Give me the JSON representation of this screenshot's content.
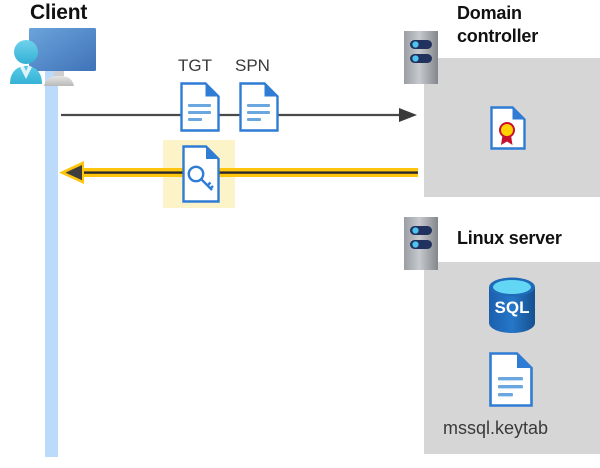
{
  "diagram": {
    "title": "Kerberos authentication flow between client, domain controller and Linux server",
    "type": "sequence-diagram"
  },
  "client": {
    "title": "Client",
    "icons": {
      "workstation": "monitor-user-icon",
      "lifeline": "client-lifeline"
    }
  },
  "flows": {
    "request": {
      "direction": "right",
      "color": "#4a4a4a",
      "icon": "arrow-right-icon",
      "artifacts": [
        {
          "label": "TGT",
          "icon": "document-icon"
        },
        {
          "label": "SPN",
          "icon": "document-icon"
        }
      ]
    },
    "response": {
      "direction": "left",
      "color": "#ffc40c",
      "icon": "arrow-left-icon",
      "highlight_color": "#fdf3c9",
      "artifacts": [
        {
          "label": "",
          "icon": "service-ticket-key-document-icon"
        }
      ]
    }
  },
  "domain_controller": {
    "title": "Domain controller",
    "panel_color": "#d6d6d6",
    "server_icon": "server-rack-icon",
    "contents": [
      {
        "label": "",
        "icon": "certificate-icon"
      }
    ]
  },
  "linux_server": {
    "title": "Linux server",
    "panel_color": "#d6d6d6",
    "server_icon": "server-rack-icon",
    "contents": [
      {
        "label": "",
        "icon": "sql-database-icon",
        "badge": "SQL"
      },
      {
        "label": "mssql.keytab",
        "icon": "document-icon"
      }
    ]
  },
  "colors": {
    "accent_blue": "#2f7cd4",
    "light_blue": "#bcdbfb",
    "panel_gray": "#d6d6d6",
    "arrow_gray": "#4a4a4a",
    "arrow_yellow": "#ffc40c",
    "highlight_yellow": "#fdf3c9",
    "text_dark": "#111111"
  }
}
